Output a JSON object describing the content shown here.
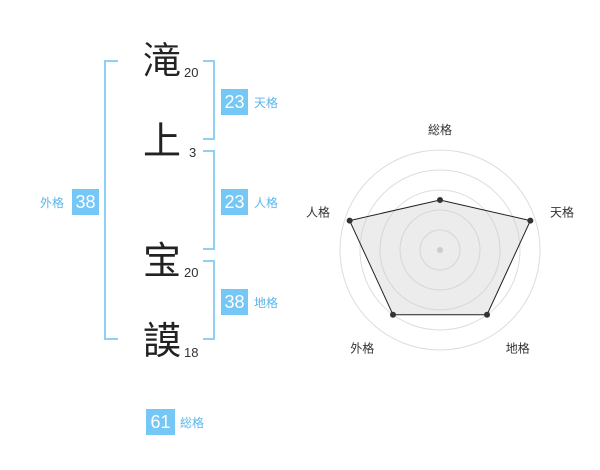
{
  "name": {
    "characters": [
      {
        "char": "滝",
        "strokes": "20"
      },
      {
        "char": "上",
        "strokes": "3"
      },
      {
        "char": "宝",
        "strokes": "20"
      },
      {
        "char": "謨",
        "strokes": "18"
      }
    ]
  },
  "kakusu": {
    "tenkaku": {
      "value": "23",
      "label": "天格"
    },
    "jinkaku": {
      "value": "23",
      "label": "人格"
    },
    "chikaku": {
      "value": "38",
      "label": "地格"
    },
    "gaikaku": {
      "value": "38",
      "label": "外格"
    },
    "soukaku": {
      "value": "61",
      "label": "総格"
    }
  },
  "colors": {
    "badge": "#75c7f6",
    "bracket": "#8fd0f5",
    "label": "#5ab6ec"
  },
  "chart_data": {
    "type": "radar",
    "axes": [
      "総格",
      "天格",
      "地格",
      "外格",
      "人格"
    ],
    "values": [
      0.5,
      0.95,
      0.8,
      0.8,
      0.95
    ],
    "max": 1,
    "rings": 5,
    "grid": true
  }
}
